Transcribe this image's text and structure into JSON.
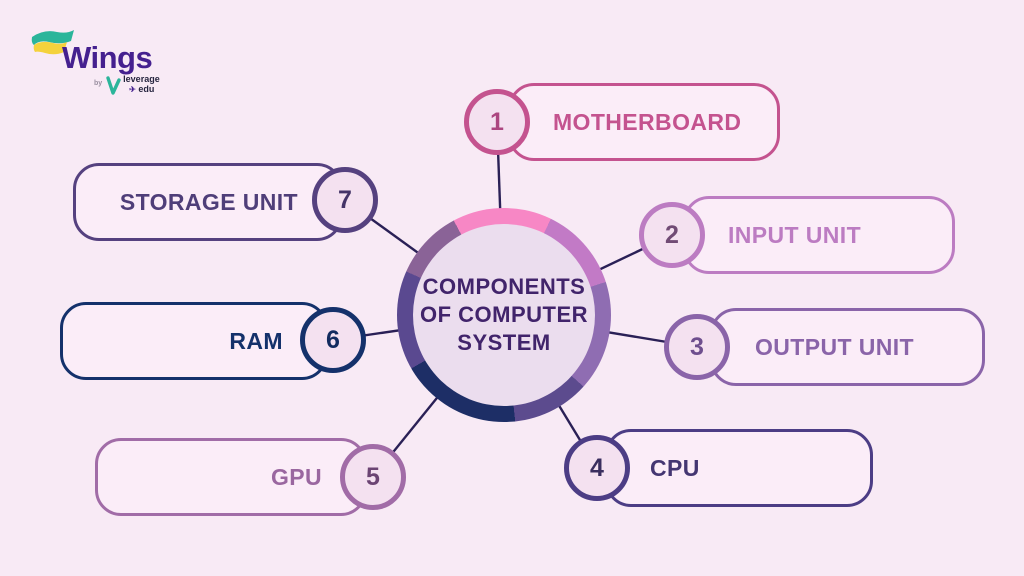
{
  "logo": {
    "brand": "Wings",
    "byline": "by",
    "sub_brand_line1": "leverage",
    "sub_brand_line2": "edu"
  },
  "center": {
    "title_lines": [
      "COMPONENTS",
      "OF COMPUTER",
      "SYSTEM"
    ]
  },
  "items": [
    {
      "num": "1",
      "label": "MOTHERBOARD",
      "accent": "#C4538F",
      "label_color": "#C4538F",
      "num_color": "#AC4680"
    },
    {
      "num": "2",
      "label": "INPUT UNIT",
      "accent": "#BC7CC2",
      "label_color": "#BC7CC2",
      "num_color": "#714B75"
    },
    {
      "num": "3",
      "label": "OUTPUT UNIT",
      "accent": "#8A64A9",
      "label_color": "#8A64A9",
      "num_color": "#6E4E8E"
    },
    {
      "num": "4",
      "label": "CPU",
      "accent": "#4C3D85",
      "label_color": "#443672",
      "num_color": "#3A2E5F"
    },
    {
      "num": "5",
      "label": "GPU",
      "accent": "#A16CA7",
      "label_color": "#9A67A0",
      "num_color": "#6B4473"
    },
    {
      "num": "6",
      "label": "RAM",
      "accent": "#14316B",
      "label_color": "#14316B",
      "num_color": "#122B5F"
    },
    {
      "num": "7",
      "label": "STORAGE UNIT",
      "accent": "#55417F",
      "label_color": "#4F3E79",
      "num_color": "#443468"
    }
  ],
  "ring": {
    "start_deg": -28,
    "segments": [
      {
        "color": "#F787C5",
        "sweep": 54
      },
      {
        "color": "#C27AC6",
        "sweep": 46
      },
      {
        "color": "#8F6DB2",
        "sweep": 60
      },
      {
        "color": "#5C4B8E",
        "sweep": 42
      },
      {
        "color": "#1D2E66",
        "sweep": 66
      },
      {
        "color": "#5A4990",
        "sweep": 54
      },
      {
        "color": "#8A6397",
        "sweep": 38
      }
    ]
  },
  "colors": {
    "background": "#F8EAF5",
    "box_fill": "#FBEDF8",
    "circle_fill": "#F4E1F0",
    "center_fill": "#EBDDEE",
    "center_text": "#41246B",
    "line": "#2A2056",
    "brand_purple": "#45208F",
    "logo_teal": "#2BB59A",
    "logo_yellow": "#F4D23C",
    "logo_dark": "#26253F",
    "byline_gray": "#9A8FA0"
  }
}
